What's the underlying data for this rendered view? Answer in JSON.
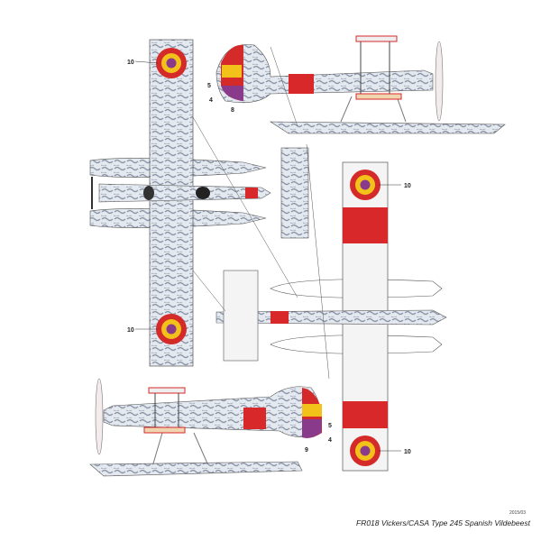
{
  "title": "FR018 Vickers/CASA Type 245 Spanish Vildebeest",
  "date": "2015/03",
  "callouts": {
    "top_wing_upper": "10",
    "top_wing_lower": "10",
    "side_top_5": "5",
    "side_top_4": "4",
    "side_top_8": "8",
    "under_wing_upper": "10",
    "under_wing_lower": "10",
    "side_bottom_5": "5",
    "side_bottom_4": "4",
    "side_bottom_9": "9"
  },
  "colors": {
    "roundel_red": "#d42a2a",
    "roundel_yellow": "#f2c21a",
    "roundel_purple": "#8a3a8a",
    "camo_base": "#e4e8ef",
    "camo_pattern": "#8d97aa",
    "band_red": "#d8282a"
  }
}
